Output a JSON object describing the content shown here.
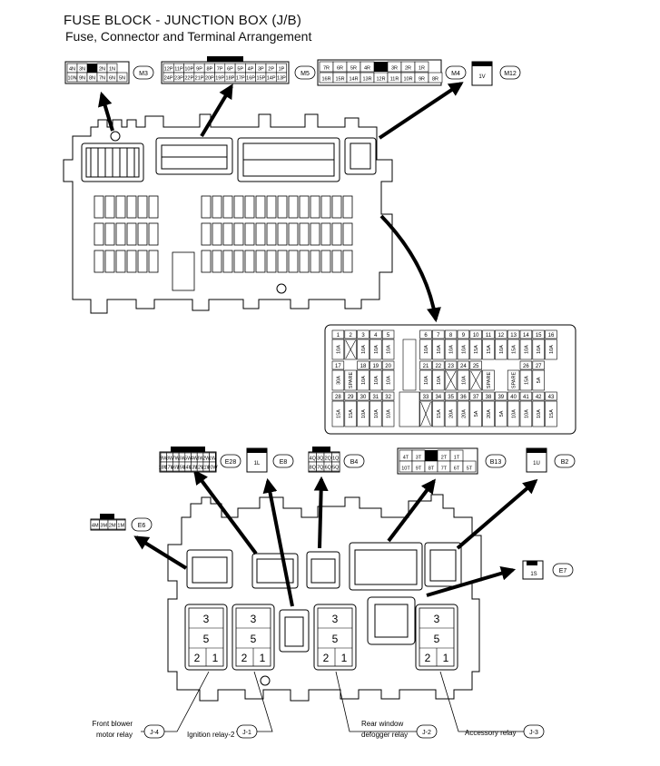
{
  "header": {
    "title": "FUSE BLOCK - JUNCTION BOX (J/B)",
    "subtitle": "Fuse, Connector and Terminal Arrangement"
  },
  "connectors_top": [
    {
      "id": "M3",
      "top": [
        "4N",
        "3N",
        "",
        "2N",
        "1N"
      ],
      "bottom": [
        "10N",
        "9N",
        "8N",
        "7N",
        "6N",
        "5N"
      ]
    },
    {
      "id": "M5",
      "top": [
        "12P",
        "11P",
        "10P",
        "9P",
        "8P",
        "7P",
        "6P",
        "5P",
        "4P",
        "3P",
        "2P",
        "1P"
      ],
      "bottom": [
        "24P",
        "23P",
        "22P",
        "21P",
        "20P",
        "19P",
        "18P",
        "17P",
        "16P",
        "15P",
        "14P",
        "13P"
      ]
    },
    {
      "id": "M4",
      "top": [
        "7R",
        "6R",
        "5R",
        "4R",
        "",
        "3R",
        "2R",
        "1R"
      ],
      "bottom": [
        "16R",
        "15R",
        "14R",
        "13R",
        "12R",
        "11R",
        "10R",
        "9R",
        "8R"
      ]
    },
    {
      "id": "M12",
      "top": [
        "1V"
      ]
    }
  ],
  "fuse_panel": {
    "numbers_row1": [
      "1",
      "2",
      "3",
      "4",
      "5",
      "",
      "",
      "6",
      "7",
      "8",
      "9",
      "10",
      "11",
      "12",
      "13",
      "14",
      "15",
      "16"
    ],
    "ratings_row1": [
      "10A",
      "",
      "10A",
      "10A",
      "10A",
      "",
      "",
      "10A",
      "10A",
      "10A",
      "10A",
      "15A",
      "15A",
      "10A",
      "15A",
      "10A",
      "10A",
      "10A"
    ],
    "numbers_row2": [
      "17",
      "",
      "18",
      "19",
      "20",
      "",
      "",
      "21",
      "22",
      "23",
      "24",
      "25",
      "",
      "",
      "",
      "26",
      "27"
    ],
    "ratings_row2": [
      "30A",
      "SPARE",
      "10A",
      "10A",
      "10A",
      "",
      "",
      "10A",
      "10A",
      "",
      "10A",
      "",
      "SPARE",
      "",
      "SPARE",
      "15A",
      "5A"
    ],
    "numbers_row3": [
      "28",
      "29",
      "30",
      "31",
      "32",
      "",
      "",
      "33",
      "34",
      "35",
      "36",
      "37",
      "38",
      "39",
      "40",
      "41",
      "42",
      "43"
    ],
    "ratings_row3": [
      "15A",
      "15A",
      "10A",
      "10A",
      "10A",
      "",
      "",
      "",
      "15A",
      "20A",
      "20A",
      "5A",
      "20A",
      "5A",
      "10A",
      "10A",
      "10A",
      "15A"
    ]
  },
  "connectors_bottom": [
    {
      "id": "E28",
      "top": [
        "9W",
        "8W",
        "7W",
        "6W",
        "5W",
        "4W",
        "3W",
        "2W",
        "1W"
      ],
      "bottom": [
        "18W",
        "17W",
        "16W",
        "15W",
        "14W",
        "13W",
        "12W",
        "11W",
        "10W"
      ]
    },
    {
      "id": "E8",
      "top": [
        "1L"
      ]
    },
    {
      "id": "B4",
      "top": [
        "4Q",
        "3Q",
        "2Q",
        "1Q"
      ],
      "bottom": [
        "8Q",
        "7Q",
        "6Q",
        "5Q"
      ]
    },
    {
      "id": "B13",
      "top": [
        "4T",
        "3T",
        "",
        "2T",
        "1T"
      ],
      "bottom": [
        "10T",
        "9T",
        "8T",
        "7T",
        "6T",
        "5T"
      ]
    },
    {
      "id": "B2",
      "top": [
        "1U"
      ]
    },
    {
      "id": "E6",
      "top": [
        "4M",
        "3M",
        "2M",
        "1M"
      ]
    },
    {
      "id": "E7",
      "top": [
        "1S"
      ]
    }
  ],
  "relays": [
    {
      "id": "J-4",
      "label": "Front blower\nmotor relay",
      "pins": [
        "3",
        "5",
        "2",
        "1"
      ]
    },
    {
      "id": "J-1",
      "label": "Ignition relay-2",
      "pins": [
        "3",
        "5",
        "2",
        "1"
      ]
    },
    {
      "id": "J-2",
      "label": "Rear window\ndefogger relay",
      "pins": [
        "3",
        "5",
        "2",
        "1"
      ]
    },
    {
      "id": "J-3",
      "label": "Accessory relay",
      "pins": [
        "3",
        "5",
        "2",
        "1"
      ]
    }
  ]
}
